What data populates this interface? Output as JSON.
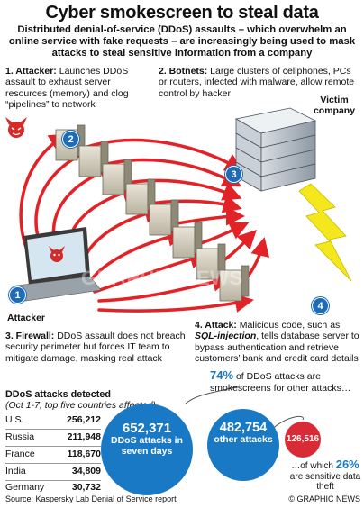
{
  "title": "Cyber smokescreen to steal data",
  "subtitle": "Distributed denial-of-service (DDoS) assaults – which overwhelm an online service with fake requests – are increasingly being used to mask attacks to steal sensitive information from a company",
  "steps": {
    "s1_head": "1. Attacker:",
    "s1_text": " Launches DDoS assault to exhaust server resources (memory) and clog “pipelines” to network",
    "s2_head": "2. Botnets:",
    "s2_text": " Large clusters of cellphones, PCs or routers, infected with malware, allow remote control by hacker",
    "s3_head": "3. Firewall:",
    "s3_text": " DDoS assault does not breach security perimeter but forces IT team to mitigate damage, masking real attack",
    "s4_head": "4. Attack:",
    "s4_text_a": " Malicious code, such as ",
    "s4_em": "SQL-injection",
    "s4_text_b": ", tells database server to bypass authentication and retrieve customers’ bank and credit card details"
  },
  "labels": {
    "victim": "Victim company",
    "attacker": "Attacker",
    "n1": "1",
    "n2": "2",
    "n3": "3",
    "n4": "4"
  },
  "ddos": {
    "title": "DDoS attacks detected",
    "sub": "(Oct 1-7, top five countries affected)",
    "rows": [
      {
        "country": "U.S.",
        "value": "256,212"
      },
      {
        "country": "Russia",
        "value": "211,948"
      },
      {
        "country": "France",
        "value": "118,670"
      },
      {
        "country": "India",
        "value": "34,809"
      },
      {
        "country": "Germany",
        "value": "30,732"
      }
    ]
  },
  "bubbles": {
    "total_num": "652,371",
    "total_text": "DDoS attacks in seven days",
    "other_num": "482,754",
    "other_text": "other attacks",
    "theft_num": "126,516"
  },
  "pct74": {
    "pct": "74%",
    "text": " of DDoS attacks are smokescreens for other attacks…"
  },
  "pct26": {
    "pre": "…of which ",
    "pct": "26%",
    "text": " are sensitive data theft"
  },
  "footer": {
    "source": "Source: Kaspersky Lab Denial of Service report",
    "credit": "© GRAPHIC NEWS"
  },
  "watermark": "GRAPHIC NEWS",
  "colors": {
    "arrow": "#e32228",
    "blue": "#1a79c4",
    "red": "#d82b35",
    "lightning": "#f4e81c"
  }
}
